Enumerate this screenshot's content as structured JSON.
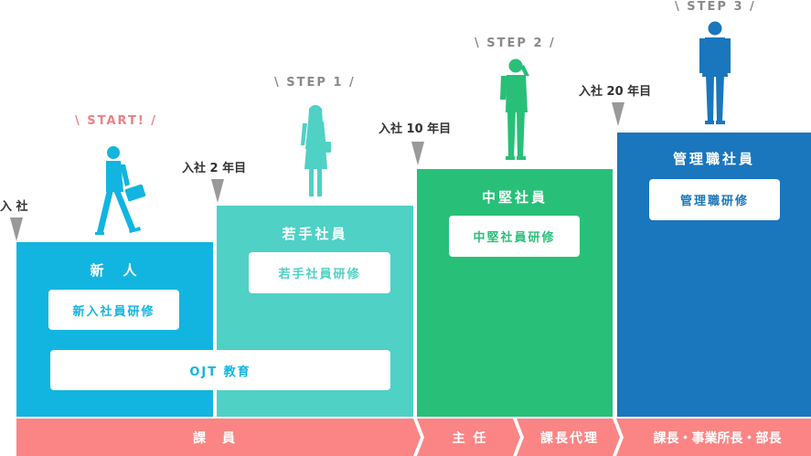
{
  "steps": {
    "start": "\\ START! /",
    "step1": "\\ STEP 1 /",
    "step2": "\\ STEP 2 /",
    "step3": "\\ STEP 3 /"
  },
  "milestones": {
    "join": "入 社",
    "year2": "入社 2 年目",
    "year10": "入社 10 年目",
    "year20": "入社 20 年目"
  },
  "columns": [
    {
      "title": "新　人",
      "training": "新入社員研修",
      "color": "#12b5e0"
    },
    {
      "title": "若手社員",
      "training": "若手社員研修",
      "color": "#4fd1c5"
    },
    {
      "title": "中堅社員",
      "training": "中堅社員研修",
      "color": "#28c078"
    },
    {
      "title": "管理職社員",
      "training": "管理職研修",
      "color": "#1a76bd"
    }
  ],
  "ojt": "OJT 教育",
  "ranks": {
    "staff": "課　員",
    "chief": "主 任",
    "deputy": "課長代理",
    "managers": "課長・事業所長・部長"
  },
  "colors": {
    "rank_bar": "#fb8585",
    "step_label": "#8a8a8a",
    "start_label": "#f08080",
    "marker": "#999999"
  },
  "icons": {
    "marker": "down-triangle",
    "figures": [
      "walking-man-briefcase-icon",
      "standing-woman-icon",
      "man-on-phone-icon",
      "standing-man-suit-icon"
    ]
  }
}
